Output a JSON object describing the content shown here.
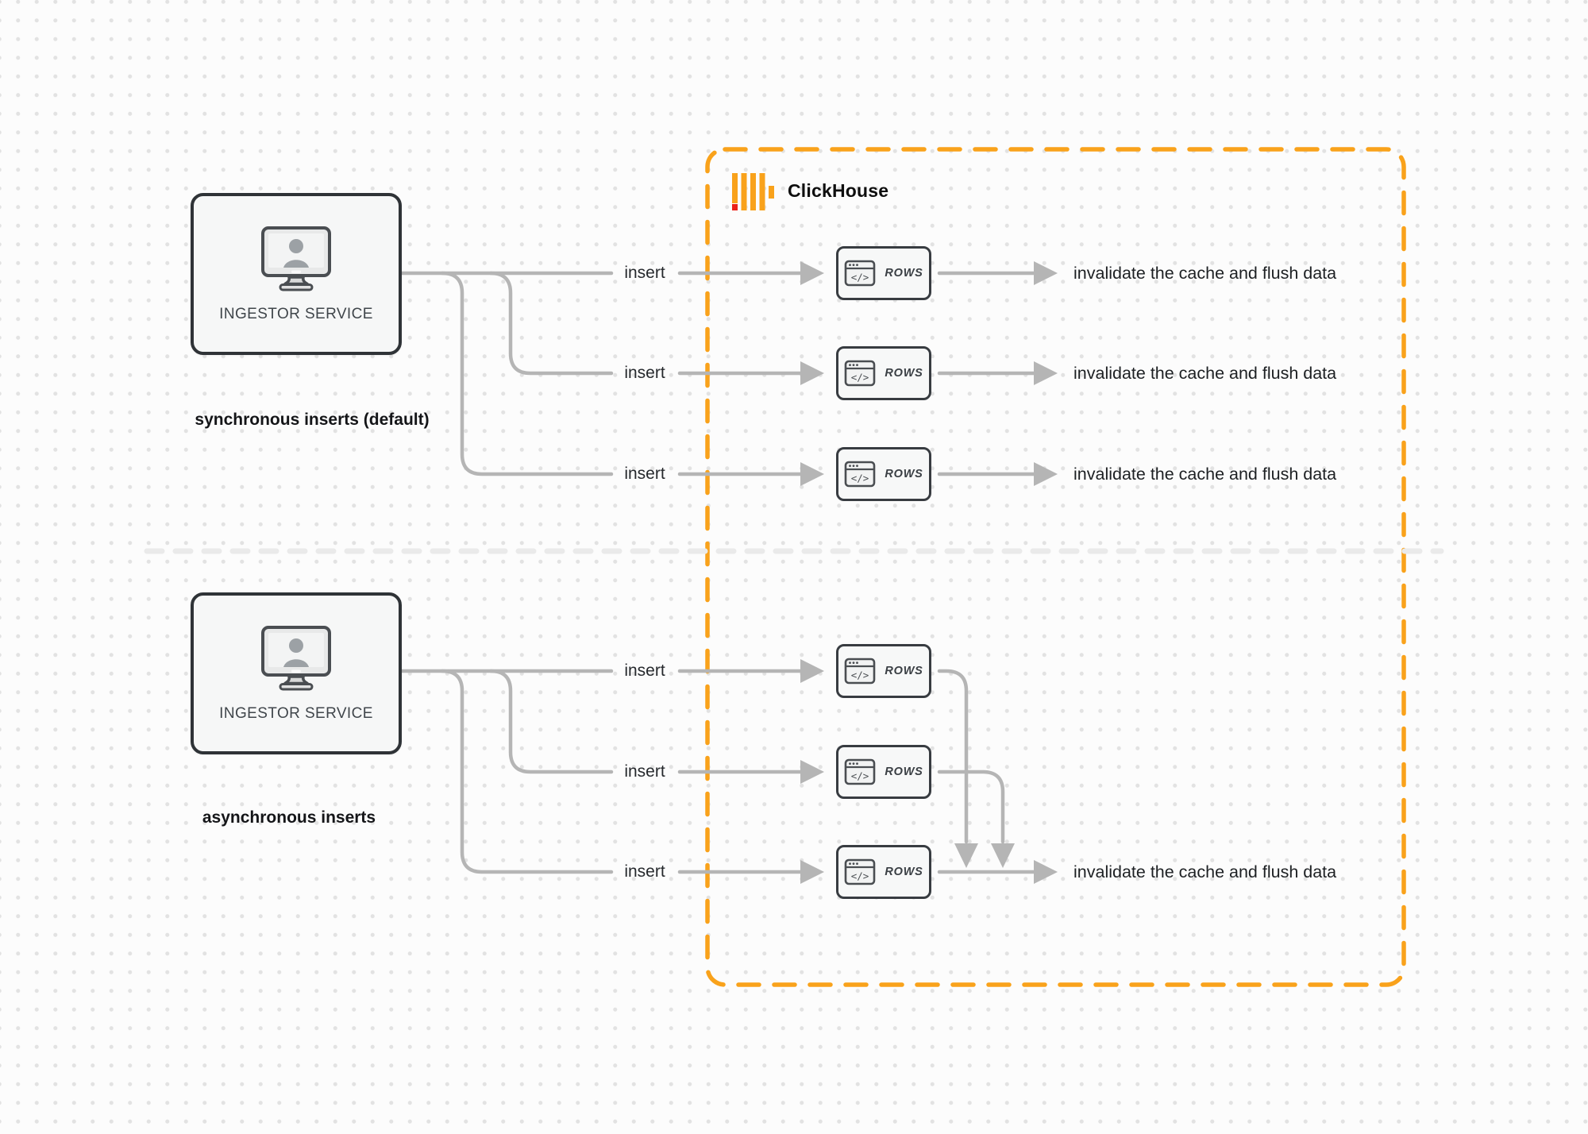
{
  "clickhouse": {
    "name": "ClickHouse"
  },
  "labels": {
    "code_glyph": "</>"
  },
  "sync": {
    "source": "INGESTOR SERVICE",
    "caption": "synchronous inserts (default)",
    "rows": [
      {
        "insert": "insert",
        "node": "ROWS",
        "result": "invalidate the cache and flush data"
      },
      {
        "insert": "insert",
        "node": "ROWS",
        "result": "invalidate the cache and flush data"
      },
      {
        "insert": "insert",
        "node": "ROWS",
        "result": "invalidate the cache and flush data"
      }
    ]
  },
  "async": {
    "source": "INGESTOR SERVICE",
    "caption": "asynchronous inserts",
    "rows": [
      {
        "insert": "insert",
        "node": "ROWS"
      },
      {
        "insert": "insert",
        "node": "ROWS"
      },
      {
        "insert": "insert",
        "node": "ROWS"
      }
    ],
    "result": "invalidate the cache and flush data"
  },
  "colors": {
    "accent_orange": "#F9A21B",
    "logo_red": "#EB2117",
    "connector_gray": "#B5B5B5",
    "node_border": "#33373B",
    "divider_gray": "#EAEAEA"
  }
}
